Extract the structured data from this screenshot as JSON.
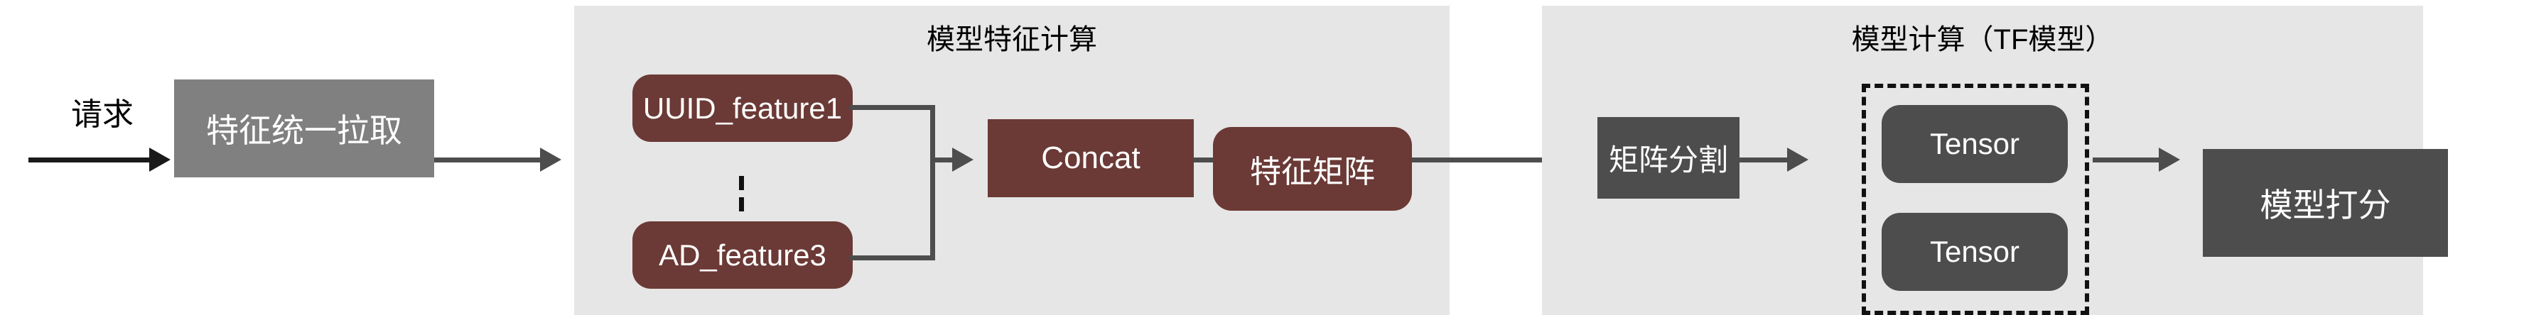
{
  "diagram": {
    "request_label": "请求",
    "ingest_node": "特征统一拉取",
    "panels": [
      {
        "title": "模型特征计算",
        "nodes": {
          "feature_first": "UUID_feature1",
          "feature_last": "AD_feature3",
          "concat": "Concat",
          "matrix": "特征矩阵"
        },
        "ellipsis": "⋮"
      },
      {
        "title": "模型计算（TF模型）",
        "nodes": {
          "split": "矩阵分割",
          "tensor_top": "Tensor",
          "tensor_bottom": "Tensor",
          "score": "模型打分"
        }
      }
    ],
    "colors": {
      "panel_bg": "#e6e6e6",
      "maroon": "#6b3a36",
      "dark_gray": "#4d4d4d",
      "mid_gray": "#808080",
      "line": "#4d4d4d",
      "canvas": "#ffffff"
    }
  }
}
